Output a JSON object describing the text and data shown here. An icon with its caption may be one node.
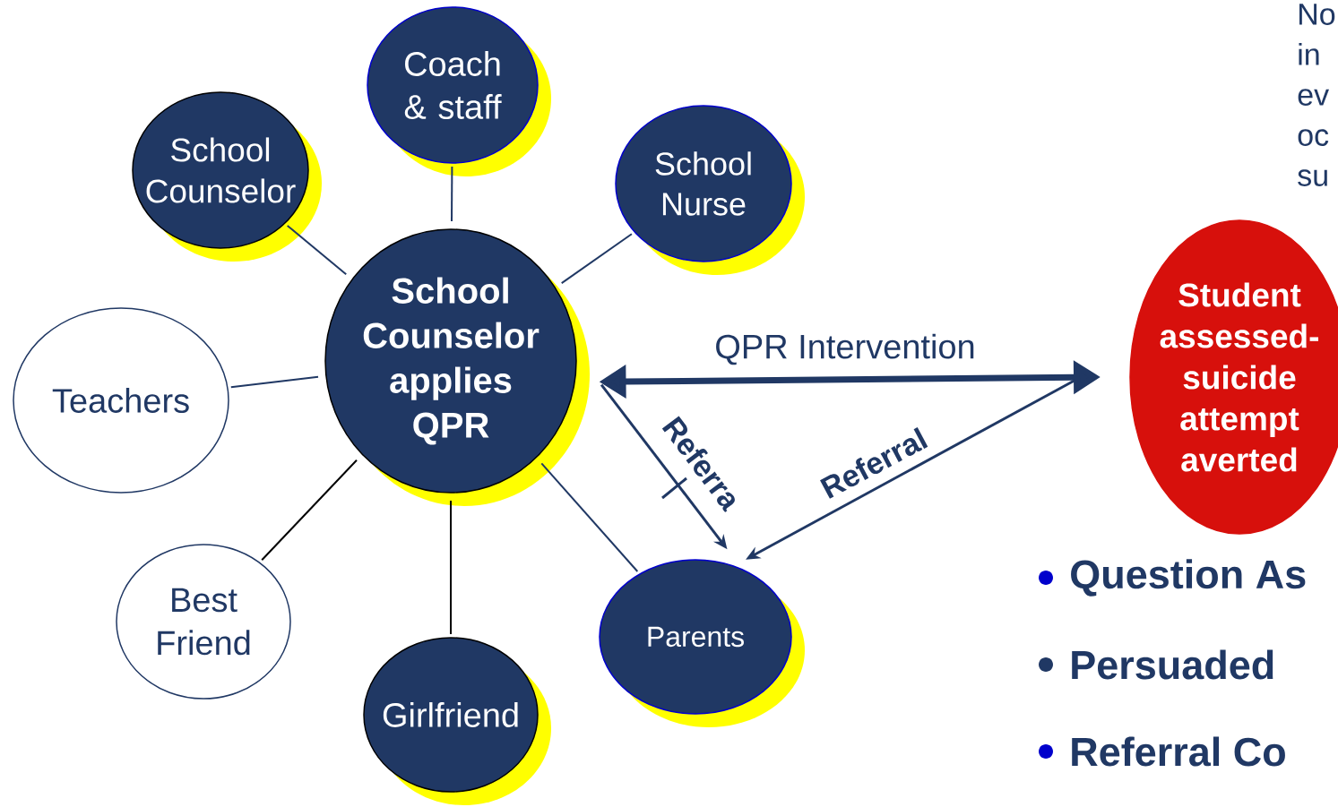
{
  "diagram": {
    "nodes": [
      {
        "text": [
          "School Counselor applies QPR"
        ]
      },
      {
        "text": [
          "School Counselor"
        ]
      },
      {
        "text": [
          "Coach & staff"
        ]
      },
      {
        "text": [
          "School Nurse"
        ]
      },
      {
        "text": [
          "Teachers"
        ]
      },
      {
        "text": [
          "Best Friend"
        ]
      },
      {
        "text": [
          "Girlfriend"
        ]
      },
      {
        "text": [
          "Parents"
        ]
      },
      {
        "text": [
          "Student assessed-suicide attempt averted"
        ]
      }
    ],
    "edges": [
      {
        "from": 0,
        "to": 1,
        "arrow": "none"
      },
      {
        "from": 0,
        "to": 2,
        "arrow": "none"
      },
      {
        "from": 0,
        "to": 3,
        "arrow": "none"
      },
      {
        "from": 0,
        "to": 4,
        "arrow": "none"
      },
      {
        "from": 0,
        "to": 5,
        "arrow": "none",
        "color": "#000000"
      },
      {
        "from": 0,
        "to": 6,
        "arrow": "none",
        "color": "#000000"
      },
      {
        "from": 0,
        "to": 7,
        "arrow": "none"
      },
      {
        "from": 0,
        "to": 8,
        "arrow": "both",
        "label": "QPR Intervention",
        "style": "thick"
      },
      {
        "from": 0,
        "to": 7,
        "arrow": "to",
        "label": "Referra"
      },
      {
        "from": 8,
        "to": 7,
        "arrow": "to",
        "label": "Referral"
      }
    ],
    "labels": [
      "No in ev oc su",
      "Question As",
      "Persuaded",
      "Referral Co"
    ]
  }
}
